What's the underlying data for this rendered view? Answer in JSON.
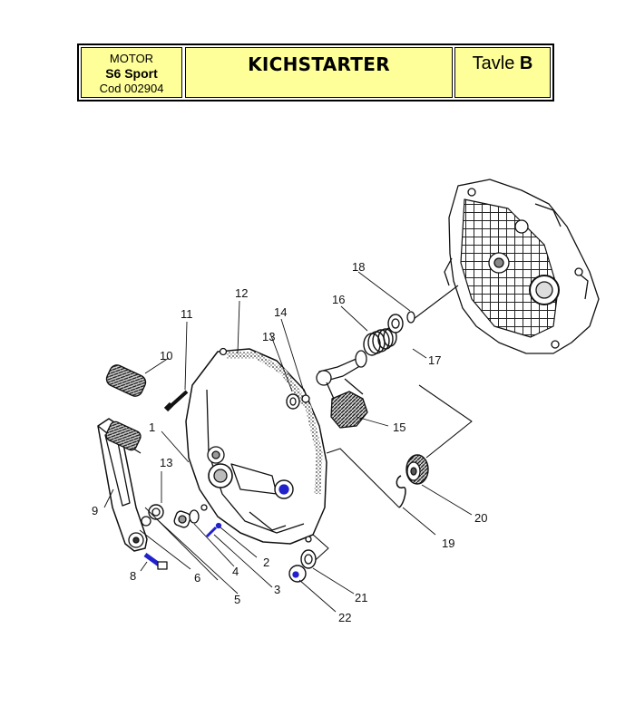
{
  "header": {
    "motor": "MOTOR",
    "model": "S6 Sport",
    "code": "Cod 002904",
    "title": "KICHSTARTER",
    "table_word": "Tavle",
    "table_letter": "B"
  },
  "callouts": [
    "1",
    "2",
    "3",
    "4",
    "5",
    "6",
    "8",
    "9",
    "10",
    "11",
    "12",
    "13",
    "13",
    "14",
    "15",
    "16",
    "17",
    "18",
    "19",
    "20",
    "21",
    "22"
  ],
  "colors": {
    "header_fill": "#ffff99",
    "highlight": "#2222cc"
  }
}
